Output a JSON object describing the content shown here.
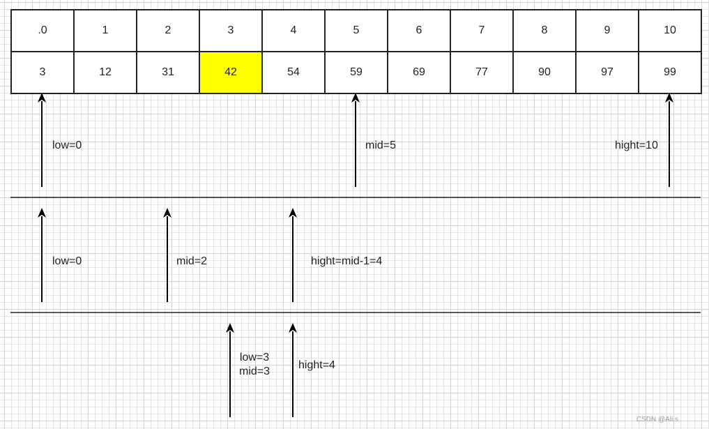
{
  "array": {
    "indices": [
      ".0",
      "1",
      "2",
      "3",
      "4",
      "5",
      "6",
      "7",
      "8",
      "9",
      "10"
    ],
    "values": [
      "3",
      "12",
      "31",
      "42",
      "54",
      "59",
      "69",
      "77",
      "90",
      "97",
      "99"
    ],
    "highlight_color": "#ffff00"
  },
  "step1": {
    "low_label": "low=0",
    "mid_label": "mid=5",
    "high_label": "hight=10"
  },
  "step2": {
    "low_label": "low=0",
    "mid_label": "mid=2",
    "high_label": "hight=mid-1=4"
  },
  "step3": {
    "low_label": "low=3",
    "mid_label": "mid=3",
    "high_label": "hight=4"
  },
  "watermark": "CSDN @Ali.s"
}
